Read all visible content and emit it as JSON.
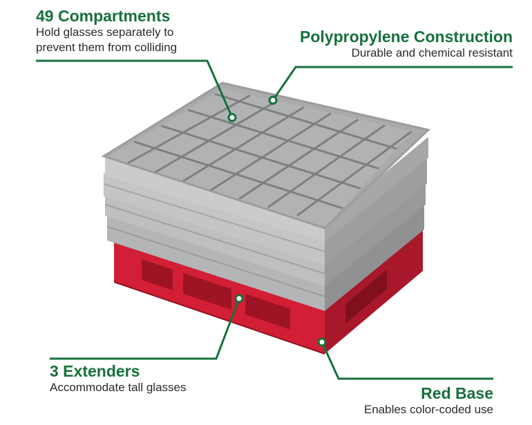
{
  "callouts": {
    "compartments": {
      "title": "49 Compartments",
      "desc_line1": "Hold glasses separately to",
      "desc_line2": "prevent them from colliding"
    },
    "construction": {
      "title": "Polypropylene Construction",
      "desc": "Durable and chemical resistant"
    },
    "extenders": {
      "title": "3 Extenders",
      "desc": "Accommodate tall glasses"
    },
    "base": {
      "title": "Red Base",
      "desc": "Enables color-coded use"
    }
  },
  "colors": {
    "accent_green": "#16703a",
    "base_red": "#d21f35",
    "extender_gray": "#b9bbbd"
  },
  "product": {
    "compartment_grid": "7x7",
    "extender_count": 3
  }
}
